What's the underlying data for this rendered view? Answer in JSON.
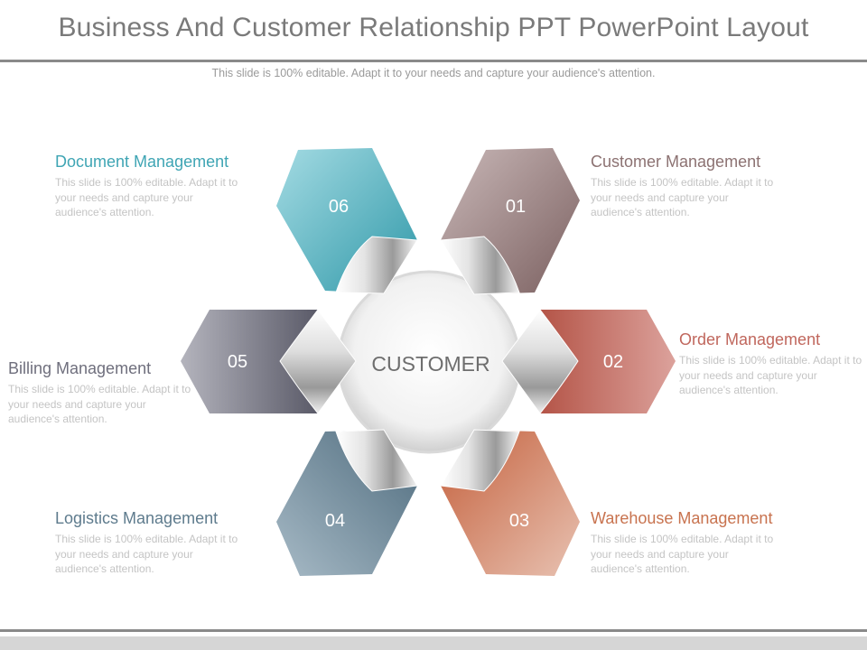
{
  "title": "Business And Customer Relationship PPT PowerPoint Layout",
  "subtitle": "This slide is 100% editable. Adapt it to your needs and capture your audience's attention.",
  "center": {
    "label": "CUSTOMER"
  },
  "items": [
    {
      "number": "01",
      "heading": "Customer Management",
      "description": "This slide is 100% editable. Adapt it to your needs and capture your audience's attention.",
      "color": "#8c7272"
    },
    {
      "number": "02",
      "heading": "Order Management",
      "description": "This slide is 100% editable. Adapt it to your needs and capture your audience's attention.",
      "color": "#c0675d"
    },
    {
      "number": "03",
      "heading": "Warehouse Management",
      "description": "This slide is 100% editable. Adapt it to your needs and capture your audience's attention.",
      "color": "#c8734f"
    },
    {
      "number": "04",
      "heading": "Logistics Management",
      "description": "This slide is 100% editable. Adapt it to your needs and capture your audience's attention.",
      "color": "#5e7b8d"
    },
    {
      "number": "05",
      "heading": "Billing Management",
      "description": "This slide is 100% editable. Adapt it to your needs and capture your audience's attention.",
      "color": "#6f6f7d"
    },
    {
      "number": "06",
      "heading": "Document Management",
      "description": "This slide is 100% editable. Adapt it to your needs and capture your audience's attention.",
      "color": "#3fa5b4"
    }
  ]
}
